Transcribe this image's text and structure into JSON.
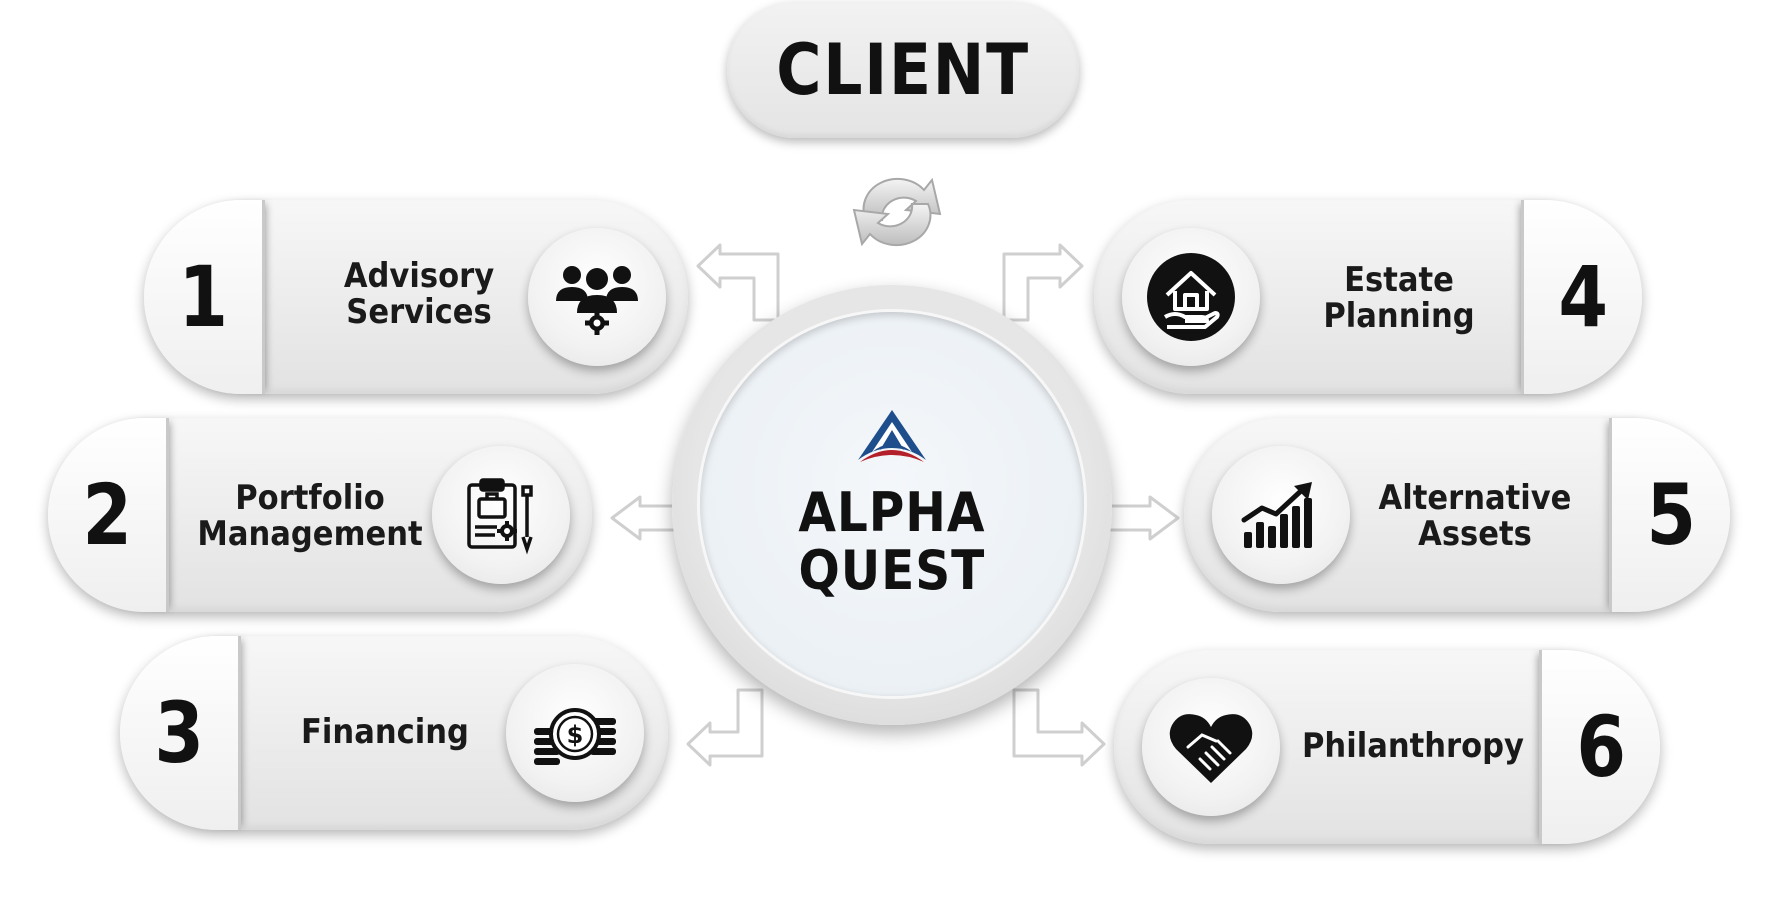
{
  "client_label": "CLIENT",
  "center": {
    "line1": "ALPHA",
    "line2": "QUEST"
  },
  "services": [
    {
      "number": "1",
      "line1": "Advisory",
      "line2": "Services",
      "icon": "team-gear-icon"
    },
    {
      "number": "2",
      "line1": "Portfolio",
      "line2": "Management",
      "icon": "clipboard-briefcase-icon"
    },
    {
      "number": "3",
      "line1": "Financing",
      "line2": "",
      "icon": "coins-dollar-icon"
    },
    {
      "number": "4",
      "line1": "Estate",
      "line2": "Planning",
      "icon": "house-hand-icon"
    },
    {
      "number": "5",
      "line1": "Alternative",
      "line2": "Assets",
      "icon": "growth-chart-icon"
    },
    {
      "number": "6",
      "line1": "Philanthropy",
      "line2": "",
      "icon": "heart-handshake-icon"
    }
  ],
  "colors": {
    "logo_blue": "#1f4e8c",
    "logo_red": "#b3202a",
    "pill_gray": "#e6e6e6",
    "text": "#111111"
  }
}
